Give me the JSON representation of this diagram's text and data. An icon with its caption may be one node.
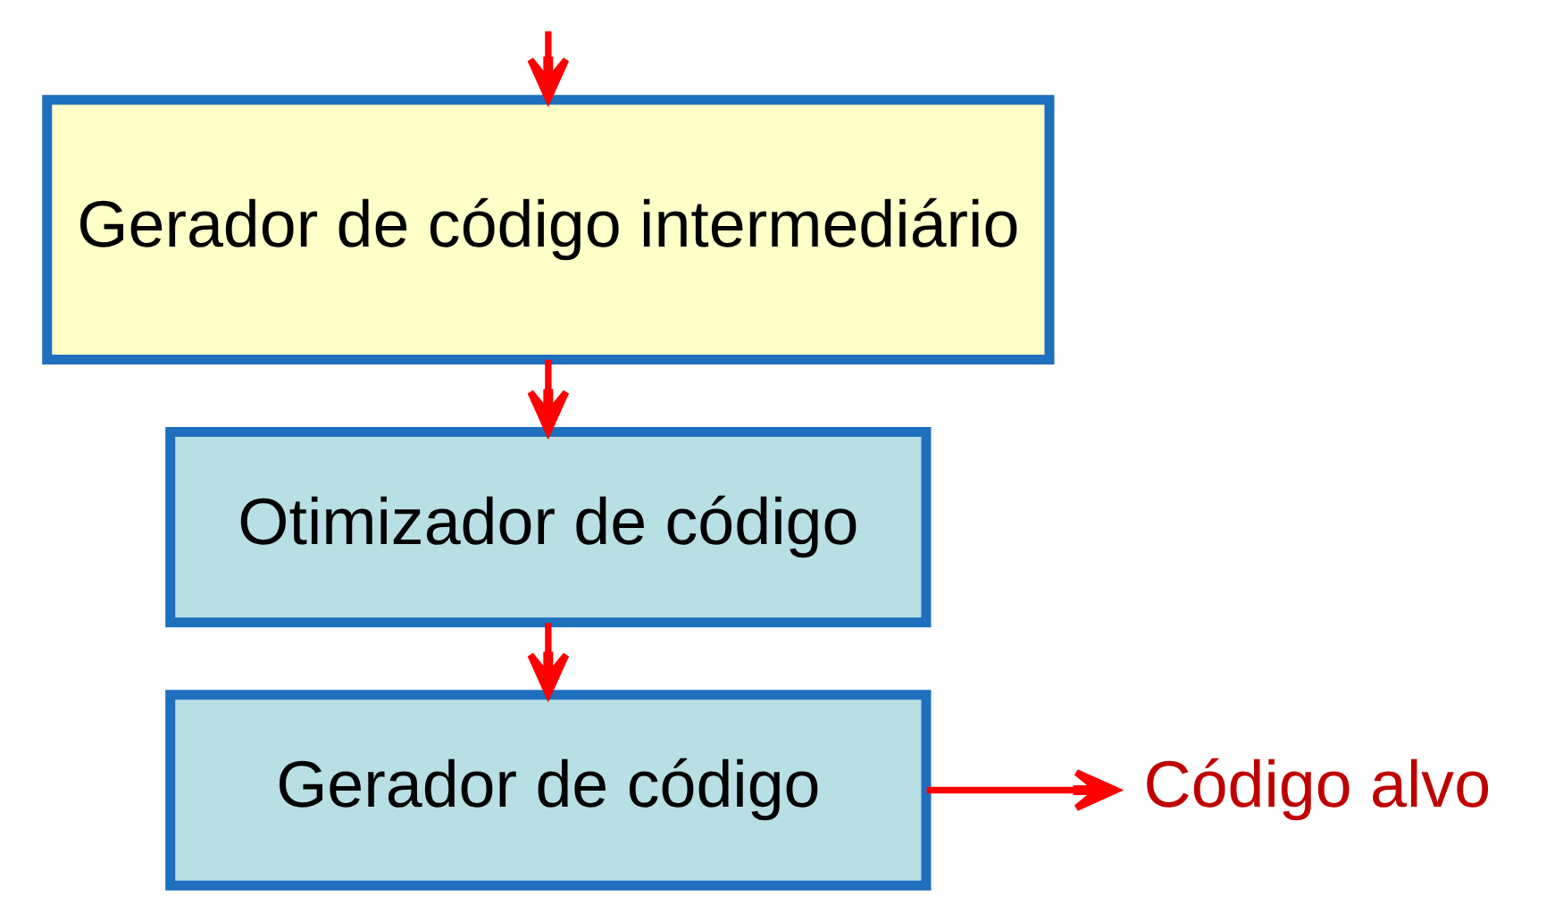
{
  "diagram": {
    "nodes": [
      {
        "text": [
          "Gerador de código intermediário"
        ]
      },
      {
        "text": [
          "Otimizador de código"
        ]
      },
      {
        "text": [
          "Gerador de código"
        ]
      },
      {
        "text": [
          "Código alvo"
        ]
      }
    ],
    "edges": [
      {
        "from": null,
        "to": 0,
        "arrow": "to"
      },
      {
        "from": 0,
        "to": 1,
        "arrow": "to"
      },
      {
        "from": 1,
        "to": 2,
        "arrow": "to"
      },
      {
        "from": 2,
        "to": 3,
        "arrow": "to"
      }
    ]
  }
}
